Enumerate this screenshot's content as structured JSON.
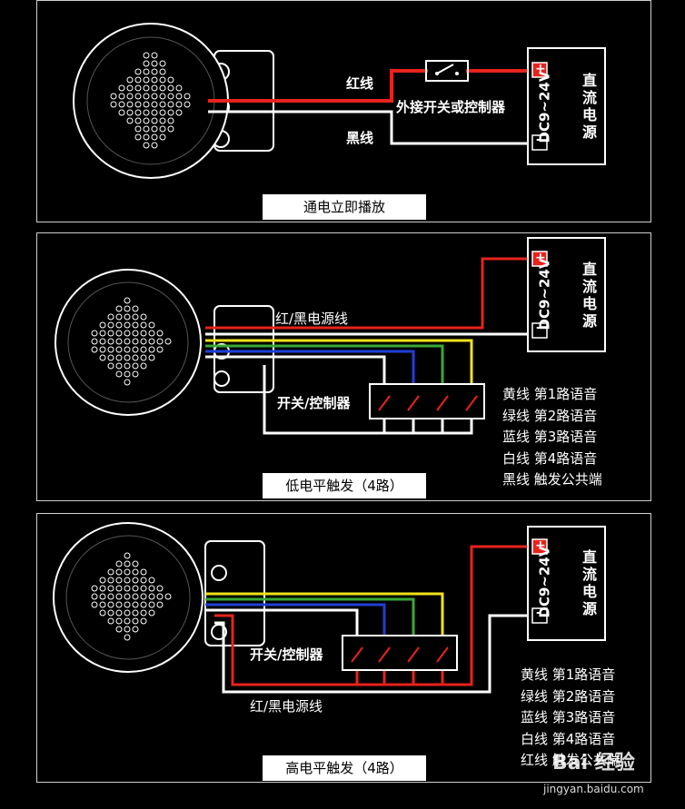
{
  "panel1": {
    "red_wire_label": "红线",
    "black_wire_label": "黑线",
    "switch_label": "外接开关或控制器",
    "caption": "通电立即播放"
  },
  "panel2": {
    "power_wire_label": "红/黑电源线",
    "switch_label": "开关/控制器",
    "legend": [
      "黄线 第1路语音",
      "绿线 第2路语音",
      "蓝线 第3路语音",
      "白线 第4路语音",
      "黑线 触发公共端"
    ],
    "caption": "低电平触发（4路）"
  },
  "panel3": {
    "power_wire_label": "红/黑电源线",
    "switch_label": "开关/控制器",
    "legend": [
      "黄线 第1路语音",
      "绿线 第2路语音",
      "蓝线 第3路语音",
      "白线 第4路语音",
      "红线 触发公共端"
    ],
    "caption": "高电平触发（4路）"
  },
  "power_supply": {
    "voltage": "DC9~24V",
    "type": "直流电源",
    "plus": "+",
    "minus": "-"
  },
  "watermark": {
    "baidu": "Bai 经验",
    "url": "jingyan.baidu.com"
  },
  "colors": {
    "red": "#e8221c",
    "yellow": "#f2e21a",
    "green": "#3aa935",
    "blue": "#1f3fd6",
    "white": "#ffffff"
  }
}
